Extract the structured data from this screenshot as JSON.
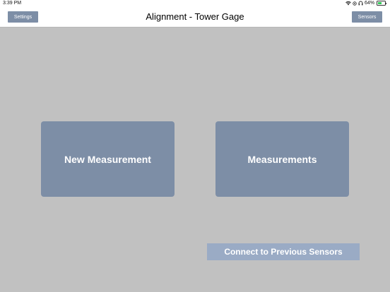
{
  "status_bar": {
    "time": "3:39 PM",
    "battery_percent": "64%",
    "icons": [
      "wifi-icon",
      "location-icon",
      "headphones-icon",
      "battery-icon"
    ]
  },
  "nav": {
    "title": "Alignment - Tower Gage",
    "left_button": "Settings",
    "right_button": "Sensors"
  },
  "main": {
    "new_measurement": "New Measurement",
    "measurements": "Measurements",
    "connect_previous": "Connect to Previous Sensors"
  },
  "colors": {
    "background": "#c1c1c1",
    "tile": "#7d8ea6",
    "connect_button": "#9aabc5",
    "bar": "#ffffff"
  }
}
